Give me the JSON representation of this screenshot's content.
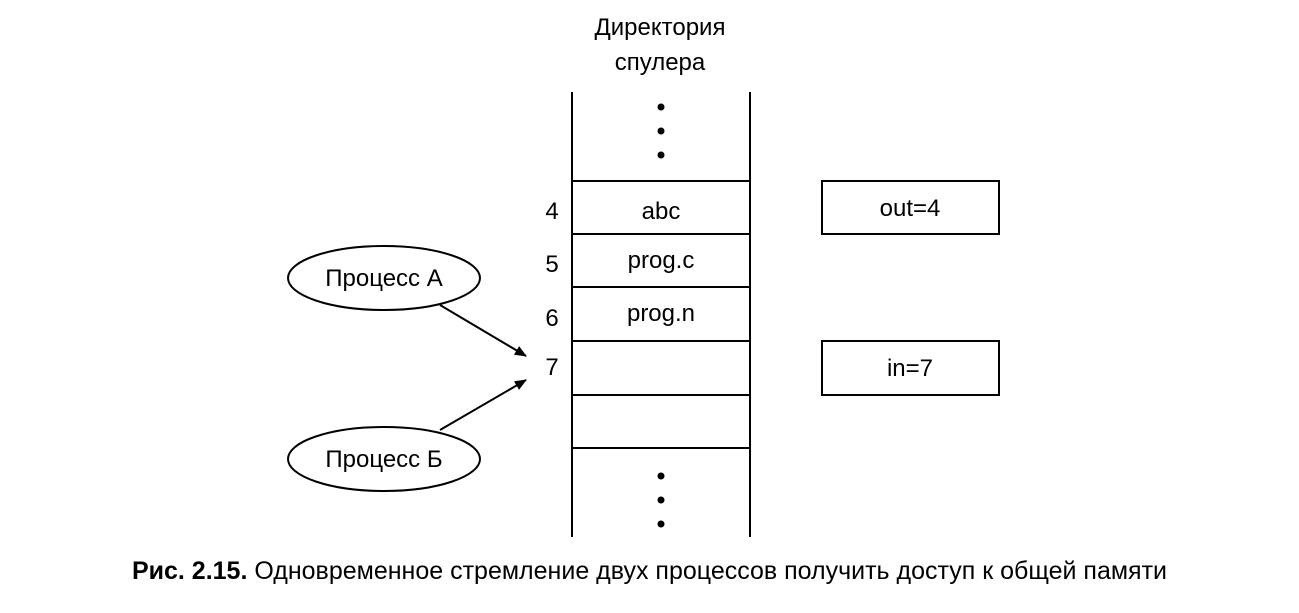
{
  "diagram": {
    "title_line1": "Директория",
    "title_line2": "спулера",
    "slots": [
      {
        "index": "4",
        "name": "abc"
      },
      {
        "index": "5",
        "name": "prog.c"
      },
      {
        "index": "6",
        "name": "prog.n"
      },
      {
        "index": "7",
        "name": ""
      },
      {
        "index": "",
        "name": ""
      }
    ],
    "pointers": {
      "out": "out=4",
      "in": "in=7"
    },
    "processes": {
      "a": "Процесс А",
      "b": "Процесс Б"
    }
  },
  "caption": {
    "number": "Рис. 2.15.",
    "text": " Одновременное стремление двух процессов получить доступ к общей памяти"
  },
  "colors": {
    "ink": "#000000",
    "background": "#ffffff"
  }
}
